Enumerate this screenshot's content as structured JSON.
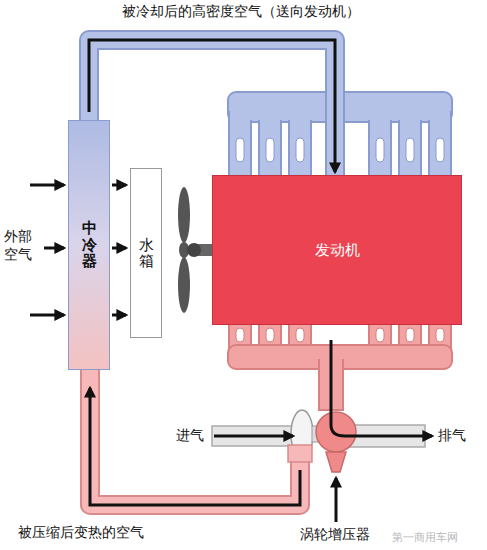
{
  "diagram": {
    "nodes": [
      {
        "text": [
          "中冷器"
        ]
      },
      {
        "text": [
          "水箱"
        ]
      },
      {
        "text": [
          "发动机"
        ]
      }
    ],
    "edges": [
      {
        "from": 0,
        "to": 2,
        "arrow": "to"
      }
    ],
    "labels": [
      "被冷却后的高密度空气（送向发动机）",
      "外部空气",
      "进气",
      "排气",
      "被压缩后变热的空气",
      "涡轮增压器",
      "第一商用车网"
    ]
  }
}
